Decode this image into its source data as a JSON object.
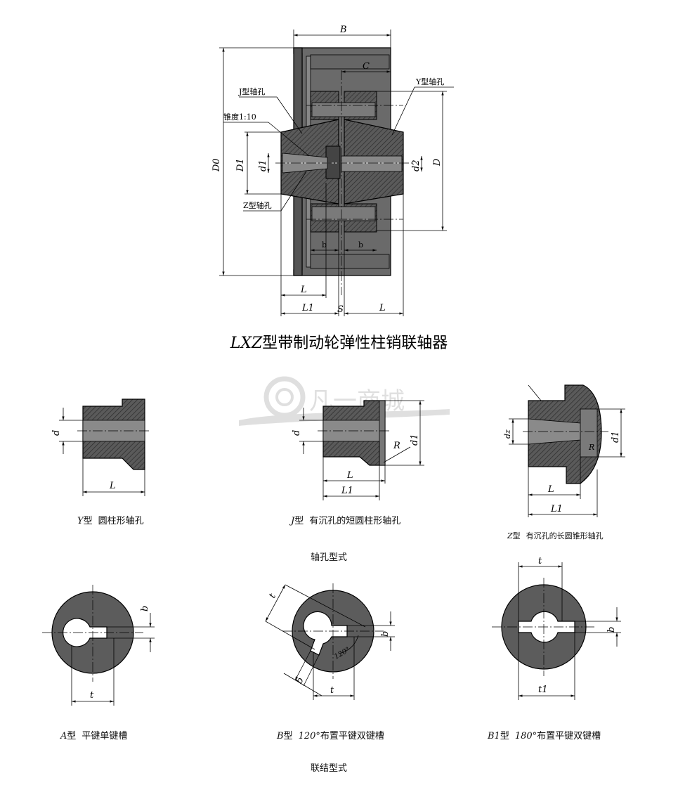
{
  "main_drawing": {
    "title_prefix": "LXZ",
    "title_rest": "型带制动轮弹性柱销联轴器",
    "labels": {
      "B": "B",
      "C": "C",
      "D0": "D0",
      "D1": "D1",
      "d1": "d1",
      "d2": "d2",
      "D": "D",
      "b_left": "b",
      "b_right": "b",
      "L_bottom": "L",
      "L1": "L1",
      "S": "S",
      "L_right": "L"
    },
    "callouts": {
      "j_hole": "J型轴孔",
      "y_hole": "Y型轴孔",
      "taper": "锥度1:10",
      "z_hole": "Z型轴孔"
    }
  },
  "watermark": {
    "text": "凡一商城"
  },
  "bore_types": {
    "section_caption": "轴孔型式",
    "items": [
      {
        "code": "Y",
        "suffix": "型",
        "desc": "圆柱形轴孔",
        "dims": {
          "d": "d",
          "L": "L"
        }
      },
      {
        "code": "J",
        "suffix": "型",
        "desc": "有沉孔的短圆柱形轴孔",
        "dims": {
          "d": "d",
          "d1": "d1",
          "R": "R",
          "L": "L",
          "L1": "L1"
        }
      },
      {
        "code": "Z",
        "suffix": "型",
        "desc": "有沉孔的长圆锥形轴孔",
        "dims": {
          "dz": "dz",
          "d1": "d1",
          "R": "R",
          "L": "L",
          "L1": "L1"
        }
      }
    ]
  },
  "keyway_types": {
    "section_caption": "联结型式",
    "items": [
      {
        "code": "A",
        "suffix": "型",
        "desc": "平键单键槽",
        "dims": {
          "b": "b",
          "t": "t"
        }
      },
      {
        "code": "B",
        "suffix": "型",
        "angle": "120°",
        "desc": "布置平键双键槽",
        "dims": {
          "t_diag": "t",
          "b_side": "b",
          "b_diag": "b",
          "t": "t",
          "angle": "120°"
        }
      },
      {
        "code": "B1",
        "suffix": "型",
        "angle": "180°",
        "desc": "布置平键双键槽",
        "dims": {
          "t": "t",
          "b": "b",
          "t1": "t1"
        }
      }
    ]
  }
}
